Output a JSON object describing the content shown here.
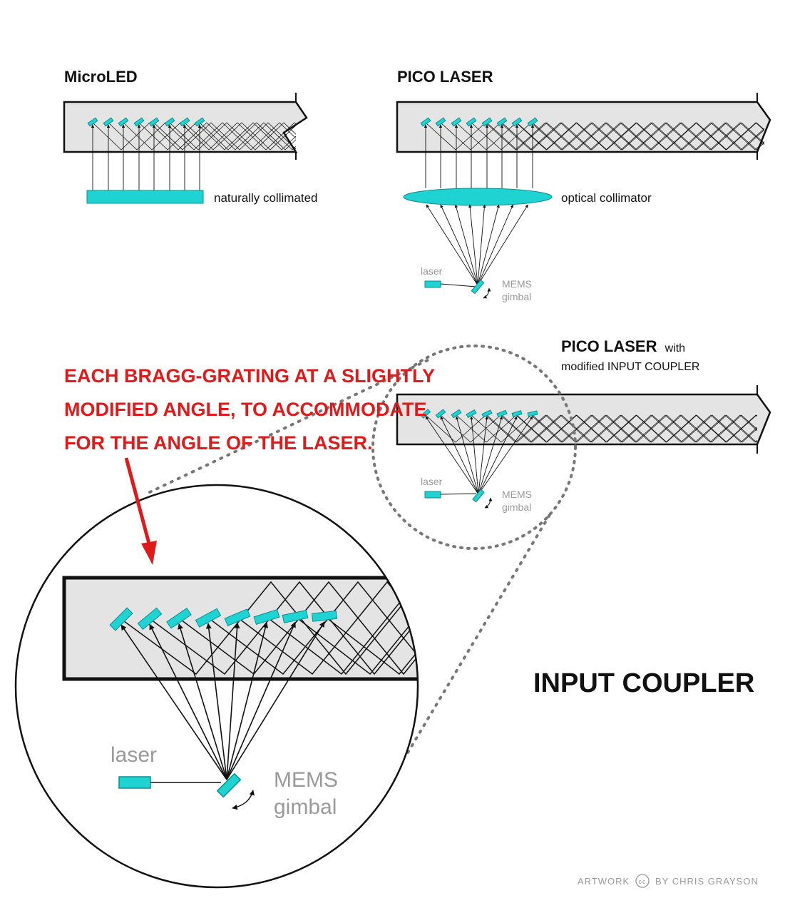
{
  "panels": {
    "microled": {
      "title": "MicroLED",
      "collimator_label": "naturally collimated"
    },
    "pico": {
      "title": "PICO LASER",
      "collimator_label": "optical collimator",
      "laser_label": "laser",
      "mems_line1": "MEMS",
      "mems_line2": "gimbal"
    },
    "pico_modified": {
      "title_bold": "PICO LASER",
      "title_suffix": "with",
      "subtitle": "modified INPUT COUPLER",
      "laser_label": "laser",
      "mems_line1": "MEMS",
      "mems_line2": "gimbal"
    },
    "zoom": {
      "laser_label": "laser",
      "mems_line1": "MEMS",
      "mems_line2": "gimbal"
    }
  },
  "callout": {
    "lines": [
      "EACH BRAGG-GRATING AT A SLIGHTLY",
      "MODIFIED ANGLE, TO ACCOMMODATE",
      "FOR THE ANGLE OF THE LASER."
    ]
  },
  "main_label": "INPUT COUPLER",
  "credit": {
    "left": "ARTWORK",
    "cc": "cc",
    "right": "BY CHRIS GRAYSON"
  },
  "colors": {
    "grating": "#1fd3d3",
    "waveguide_fill": "#e4e4e4",
    "callout": "#e01a1a",
    "muted_text": "#9a9a9a",
    "line": "#111111"
  }
}
